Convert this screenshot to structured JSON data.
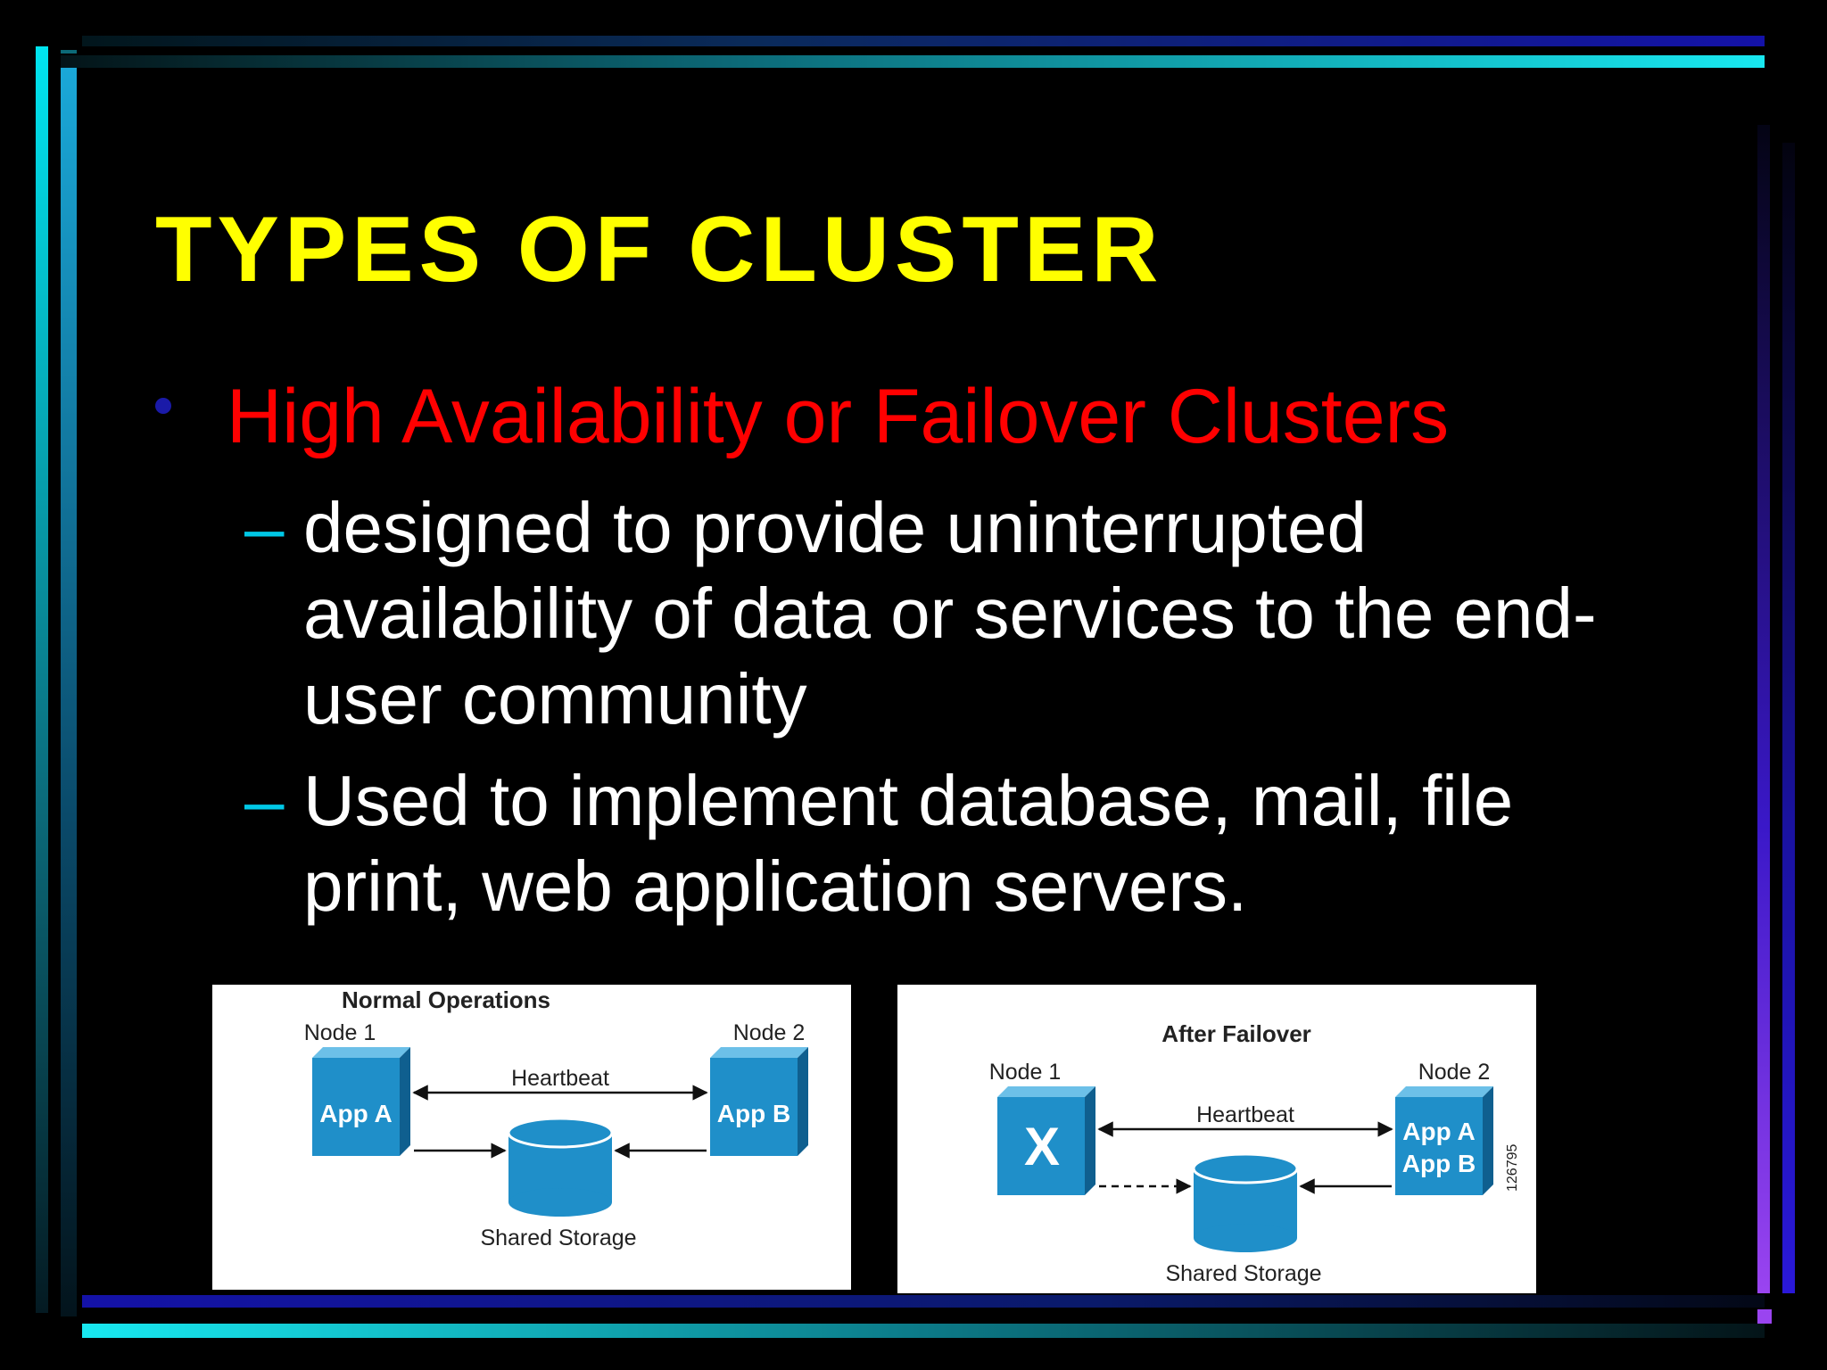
{
  "slide": {
    "title": "TYPES OF CLUSTER",
    "bullet": "High Availability or Failover Clusters",
    "sub_items": [
      {
        "dash": "–",
        "text": "designed to provide uninterrupted\navailability of data or services to the end-\nuser community"
      },
      {
        "dash": "–",
        "text": "Used to implement database, mail, file\nprint, web application servers."
      }
    ]
  },
  "diagram_left": {
    "title": "Normal Operations",
    "node1_label": "Node 1",
    "node2_label": "Node 2",
    "node1_app": "App A",
    "node2_app": "App B",
    "heartbeat": "Heartbeat",
    "storage": "Shared Storage"
  },
  "diagram_right": {
    "title": "After Failover",
    "node1_label": "Node 1",
    "node2_label": "Node 2",
    "node1_mark": "X",
    "node2_app1": "App A",
    "node2_app2": "App B",
    "heartbeat": "Heartbeat",
    "storage": "Shared Storage",
    "figure_id": "126795"
  },
  "colors": {
    "background": "#000000",
    "title": "#ffff00",
    "bullet_text": "#ff0000",
    "bullet_dot": "#1a1aa8",
    "dash": "#00c8e6",
    "body_text": "#ffffff",
    "node_fill": "#1f8fc9",
    "node_dark": "#0f5f8f"
  }
}
